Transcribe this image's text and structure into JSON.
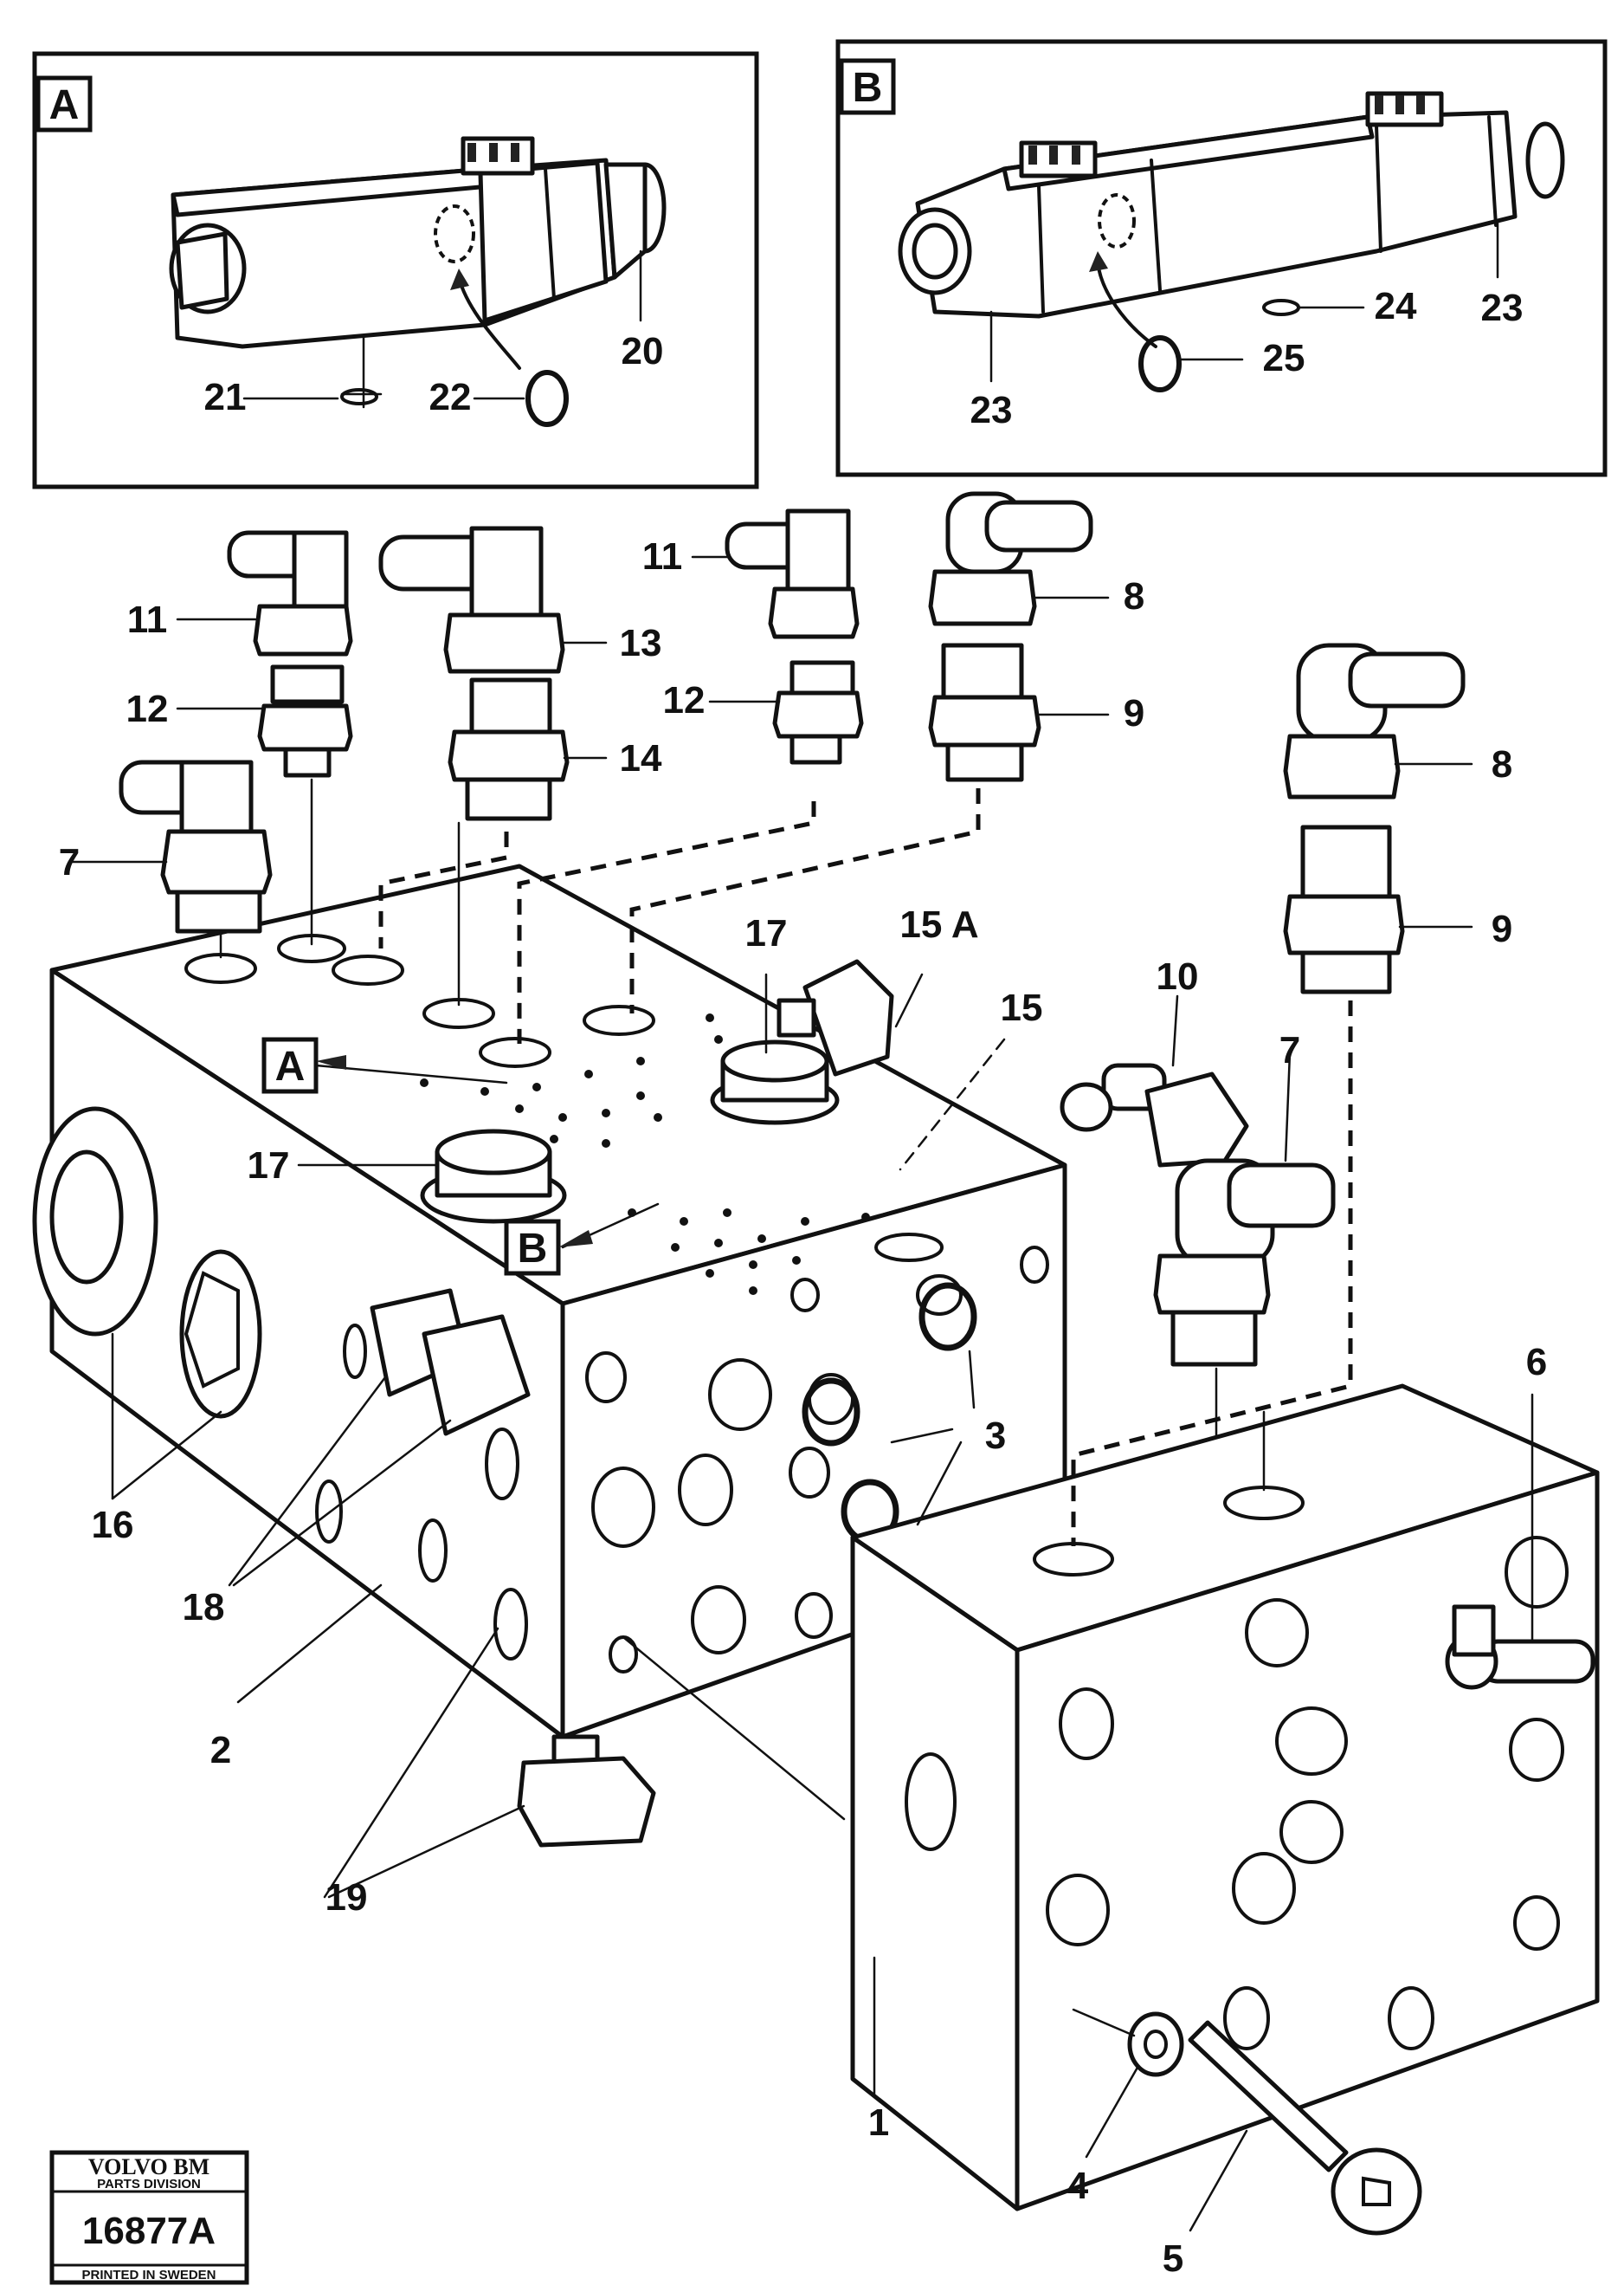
{
  "insets": {
    "a": {
      "tag": "A"
    },
    "b": {
      "tag": "B"
    }
  },
  "callouts": {
    "c1": "1",
    "c2": "2",
    "c3": "3",
    "c4": "4",
    "c5": "5",
    "c6": "6",
    "c7a": "7",
    "c7b": "7",
    "c8a": "8",
    "c8b": "8",
    "c9a": "9",
    "c9b": "9",
    "c10": "10",
    "c11a": "11",
    "c11b": "11",
    "c12a": "12",
    "c12b": "12",
    "c13": "13",
    "c14": "14",
    "c15": "15",
    "c15a": "15 A",
    "c16": "16",
    "c17a": "17",
    "c17b": "17",
    "c18": "18",
    "c19": "19",
    "c20": "20",
    "c21": "21",
    "c22": "22",
    "c23a": "23",
    "c23b": "23",
    "c24": "24",
    "c25": "25"
  },
  "view_markers": {
    "a": "A",
    "b": "B"
  },
  "stamp": {
    "brand": "VOLVO BM",
    "division": "PARTS DIVISION",
    "number": "16877A",
    "printed": "PRINTED IN SWEDEN"
  }
}
